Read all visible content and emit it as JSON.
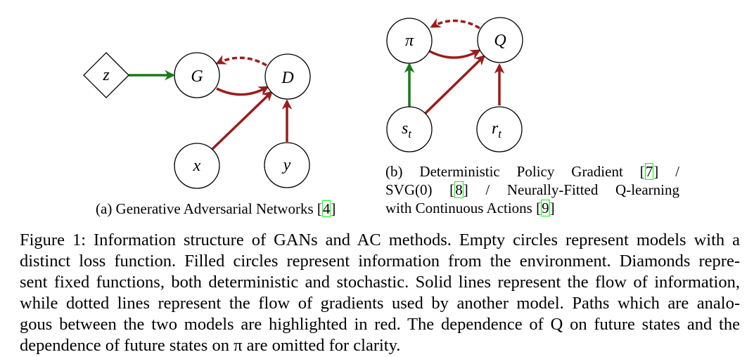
{
  "panel_a": {
    "nodes": {
      "z": "z",
      "G": "G",
      "D": "D",
      "x": "x",
      "y": "y"
    },
    "caption_prefix": "(a) Generative Adversarial Networks [",
    "caption_cite": "4",
    "caption_suffix": "]"
  },
  "panel_b": {
    "nodes": {
      "pi": "π",
      "Q": "Q",
      "st_base": "s",
      "st_sub": "t",
      "rt_base": "r",
      "rt_sub": "t"
    },
    "caption_lines": [
      {
        "pre": "(b) Deterministic Policy Gradient [",
        "cite": "7",
        "post": "] /"
      },
      {
        "pre": "SVG(0) [",
        "cite": "8",
        "post": "] / Neurally-Fitted Q-learning"
      },
      {
        "pre": "with Continuous Actions [",
        "cite": "9",
        "post": "]"
      }
    ]
  },
  "colors": {
    "information": "#1a7a1a",
    "analogous": "#9b1c1c"
  },
  "figure_caption": {
    "lines": [
      "Figure 1: Information structure of GANs and AC methods. Empty circles represent models with a",
      "distinct loss function. Filled circles represent information from the environment. Diamonds repre-",
      "sent fixed functions, both deterministic and stochastic. Solid lines represent the flow of information,",
      "while dotted lines represent the flow of gradients used by another model. Paths which are analo-",
      "gous between the two models are highlighted in red. The dependence of Q on future states and the",
      "dependence of future states on π are omitted for clarity."
    ]
  }
}
